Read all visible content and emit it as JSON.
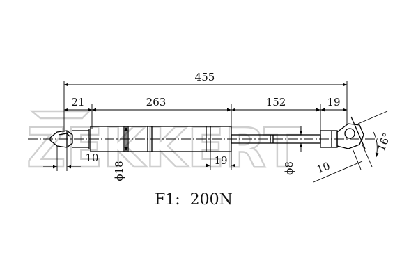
{
  "watermark": {
    "text": "ZEKKERT"
  },
  "dimensions": {
    "overall": "455",
    "left_eye": "21",
    "cylinder": "263",
    "rod": "152",
    "right_end": "19",
    "eye_offset_left": "10",
    "cylinder_diameter": "ϕ18",
    "cylinder_end": "19",
    "rod_diameter": "ϕ8",
    "eye_offset_right": "10",
    "angle": "16°"
  },
  "force_label": "F1:  200N"
}
